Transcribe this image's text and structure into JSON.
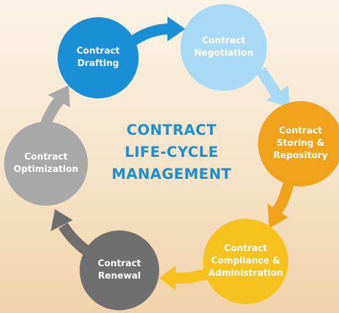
{
  "title_lines": [
    "CONTRACT",
    "LIFE-CYCLE",
    "MANAGEMENT"
  ],
  "colors": {
    "title": "#1a8fd6",
    "drafting": "#1a8fd6",
    "negotiation": "#a9daf5",
    "storing": "#f0a21a",
    "compliance": "#f7c21e",
    "renewal": "#6f6f6f",
    "optimization": "#a8a8a8"
  },
  "stages": {
    "drafting": {
      "lines": [
        "Contract",
        "Drafting"
      ],
      "color": "#1a8fd6"
    },
    "negotiation": {
      "lines": [
        "Contract",
        "Negotiation"
      ],
      "color": "#a9daf5"
    },
    "storing": {
      "lines": [
        "Contract",
        "Storing &",
        "Repository"
      ],
      "color": "#f0a21a"
    },
    "compliance": {
      "lines": [
        "Contract",
        "Compliance &",
        "Administration"
      ],
      "color": "#f7c21e"
    },
    "renewal": {
      "lines": [
        "Contract",
        "Renewal"
      ],
      "color": "#6f6f6f"
    },
    "optimization": {
      "lines": [
        "Contract",
        "Optimization"
      ],
      "color": "#a8a8a8"
    }
  }
}
